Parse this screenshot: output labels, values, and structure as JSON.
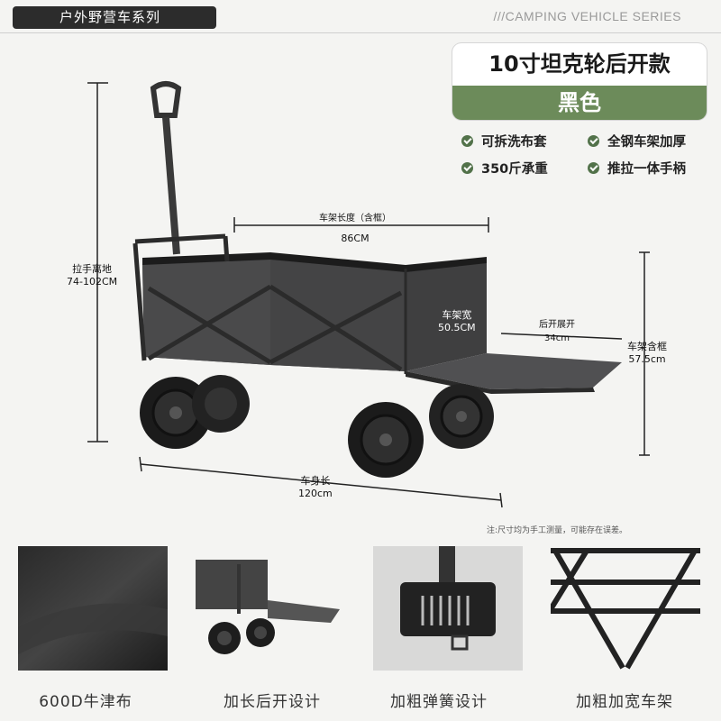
{
  "header": {
    "series_cn": "户外野营车系列",
    "series_en": "///CAMPING VEHICLE SERIES"
  },
  "product": {
    "title": "10寸坦克轮后开款",
    "color": "黑色",
    "features": [
      "可拆洗布套",
      "全钢车架加厚",
      "350斤承重",
      "推拉一体手柄"
    ]
  },
  "dimensions": {
    "frame_length_label": "车架长度（含框）",
    "frame_length_value": "86CM",
    "handle_height_label": "拉手离地",
    "handle_height_value": "74-102CM",
    "frame_width_label": "车架宽",
    "frame_width_value": "50.5CM",
    "rear_open_label": "后开展开",
    "rear_open_value": "34cm",
    "frame_height_label": "车架含框",
    "frame_height_value": "57.5cm",
    "body_length_label": "车身长",
    "body_length_value": "120cm"
  },
  "note": "注:尺寸均为手工测量，可能存在误差。",
  "details": [
    {
      "label": "600D牛津布",
      "icon": "fabric-closeup"
    },
    {
      "label": "加长后开设计",
      "icon": "cart-rear-open"
    },
    {
      "label": "加粗弹簧设计",
      "icon": "spring-closeup"
    },
    {
      "label": "加粗加宽车架",
      "icon": "frame-closeup"
    }
  ],
  "colors": {
    "accent_green": "#6c8b5a",
    "check_green": "#52724a",
    "dark_tag": "#2c2c2c"
  }
}
